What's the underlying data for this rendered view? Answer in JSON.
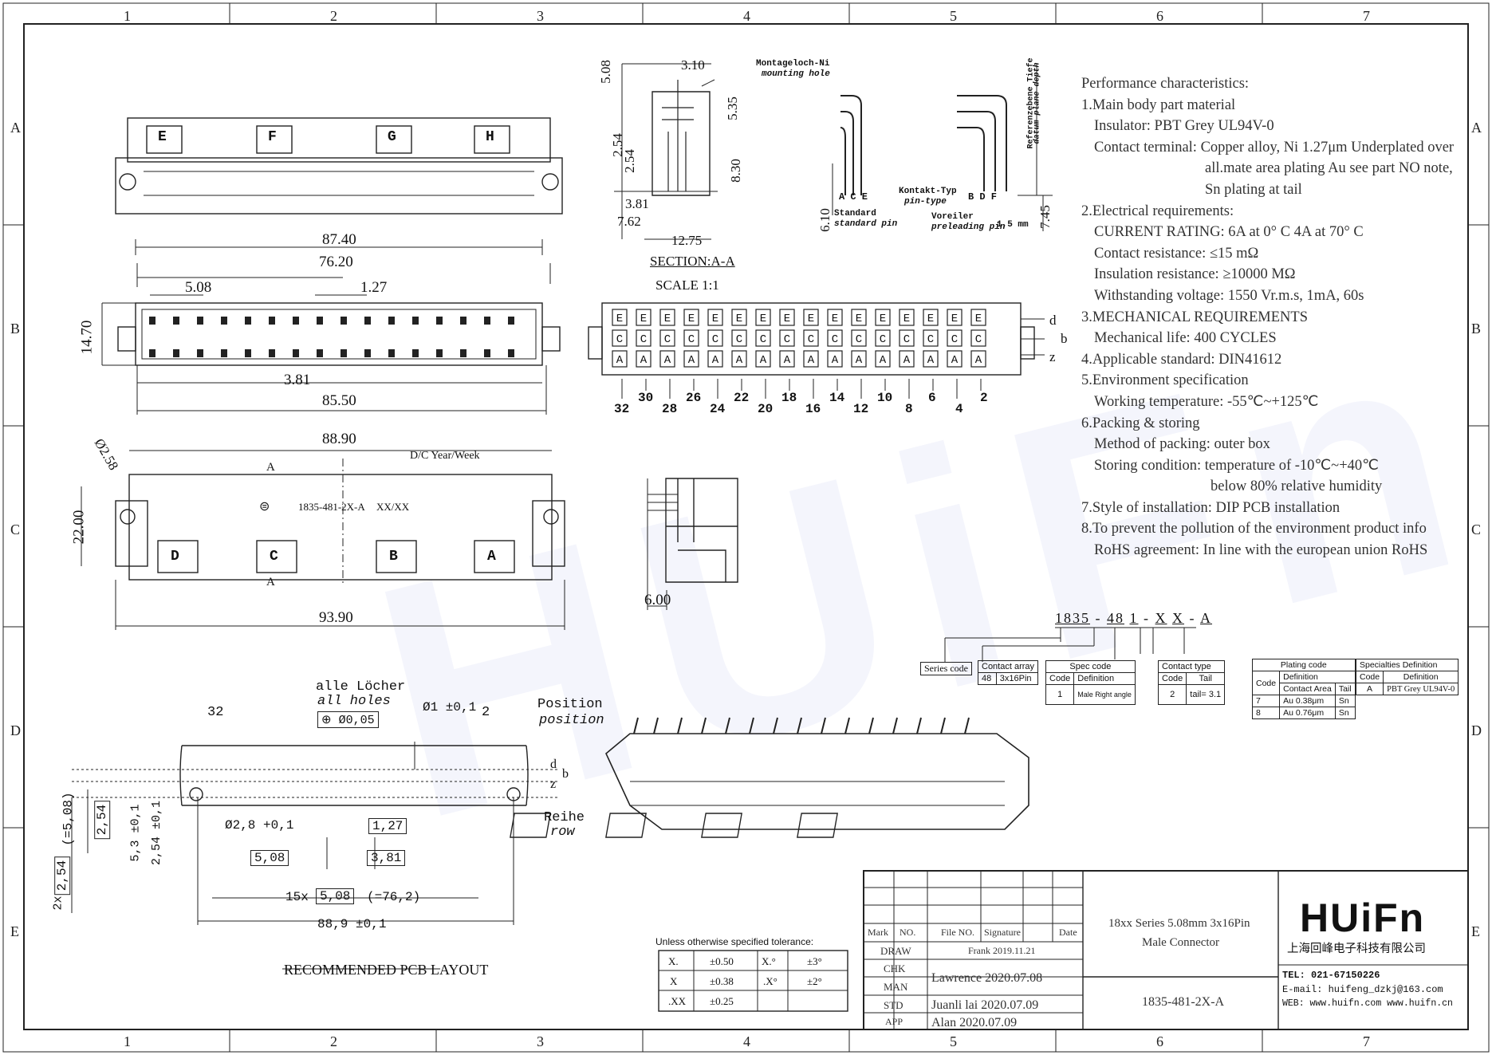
{
  "grid": {
    "columns": [
      "1",
      "2",
      "3",
      "4",
      "5",
      "6",
      "7"
    ],
    "rows": [
      "A",
      "B",
      "C",
      "D",
      "E"
    ]
  },
  "top_view": {
    "key_labels": [
      "E",
      "F",
      "G",
      "H"
    ],
    "dim_overall": "87.40",
    "dim_span": "76.20",
    "dim_pitch": "5.08",
    "dim_half_pitch": "1.27",
    "dim_height": "14.70",
    "dim_row_offset": "3.81",
    "dim_bottom": "85.50"
  },
  "section": {
    "dims": [
      "5.08",
      "3.10",
      "5.35",
      "2.54",
      "2.54",
      "8.30",
      "3.81",
      "7.62",
      "12.75"
    ],
    "title": "SECTION:A-A",
    "scale": "SCALE 1:1",
    "mounting_hole_de": "Montageloch-Ni",
    "mounting_hole_en": "mounting hole"
  },
  "pin_types": {
    "dim_610": "6.10",
    "dim_745": "7.45",
    "dim_15": "1,5 mm",
    "left_letters": "A  C  E",
    "right_letters": "B  D  F",
    "kontakt_de": "Kontakt-Typ",
    "kontakt_en": "pin-type",
    "standard_de": "Standard",
    "standard_en": "standard pin",
    "voreiler_de": "Voreiler",
    "voreiler_en": "preleading pin",
    "ref_de": "Referenzebene Tiefe",
    "ref_en": "datum plane depth"
  },
  "pinout": {
    "row_e": "E",
    "row_c": "C",
    "row_a": "A",
    "side_d": "d",
    "side_b": "b",
    "side_z": "z",
    "bottom_even": [
      "30",
      "26",
      "22",
      "18",
      "14",
      "10",
      "6",
      "2"
    ],
    "bottom_odd": [
      "32",
      "28",
      "24",
      "20",
      "16",
      "12",
      "8",
      "4"
    ]
  },
  "front_view": {
    "dim_hole": "Ø2.58",
    "dim_88": "88.90",
    "dim_22": "22.00",
    "dim_93": "93.90",
    "dc_label": "D/C Year/Week",
    "part_mark": "1835-481-2X-A",
    "date_mark": "XX/XX",
    "section_mark": "A",
    "key_labels": [
      "D",
      "C",
      "B",
      "A"
    ]
  },
  "side_view": {
    "dim": "6.00"
  },
  "performance": {
    "title": "Performance characteristics:",
    "lines": [
      {
        "t": "1.Main body part material",
        "c": ""
      },
      {
        "t": "Insulator: PBT Grey UL94V-0",
        "c": "ind1"
      },
      {
        "t": "Contact terminal: Copper alloy, Ni 1.27μm Underplated over",
        "c": "ind1"
      },
      {
        "t": "all.mate area plating Au see part NO note,",
        "c": "ind2"
      },
      {
        "t": "Sn plating at tail",
        "c": "ind2"
      },
      {
        "t": "2.Electrical requirements:",
        "c": ""
      },
      {
        "t": "CURRENT RATING: 6A at 0° C  4A at 70° C",
        "c": "ind1"
      },
      {
        "t": "Contact resistance: ≤15 mΩ",
        "c": "ind1"
      },
      {
        "t": "Insulation resistance: ≥10000 MΩ",
        "c": "ind1"
      },
      {
        "t": "Withstanding voltage: 1550 Vr.m.s, 1mA, 60s",
        "c": "ind1"
      },
      {
        "t": "3.MECHANICAL REQUIREMENTS",
        "c": ""
      },
      {
        "t": "Mechanical life: 400 CYCLES",
        "c": "ind1"
      },
      {
        "t": "4.Applicable standard: DIN41612",
        "c": ""
      },
      {
        "t": "5.Environment specification",
        "c": ""
      },
      {
        "t": "Working temperature: -55℃~+125℃",
        "c": "ind1"
      },
      {
        "t": "6.Packing & storing",
        "c": ""
      },
      {
        "t": "Method of packing: outer box",
        "c": "ind1"
      },
      {
        "t": "Storing condition: temperature of -10℃~+40℃",
        "c": "ind1"
      },
      {
        "t": "below 80% relative humidity",
        "c": "ind3"
      },
      {
        "t": "7.Style of installation: DIP PCB installation",
        "c": ""
      },
      {
        "t": "8.To prevent the pollution of the environment product info",
        "c": ""
      },
      {
        "t": "RoHS agreement: In line with the european union RoHS",
        "c": "ind1"
      }
    ]
  },
  "part_number": {
    "segments": [
      "1835",
      "-",
      "48",
      "1",
      "-",
      "X",
      "X",
      "-",
      "A"
    ],
    "series_code": "Series code",
    "contact_array": "Contact array",
    "contact_array_code": "48",
    "contact_array_def": "3x16Pin",
    "spec_code": "Spec code",
    "spec_code_h1": "Code",
    "spec_code_h2": "Definition",
    "spec_code_v1": "1",
    "spec_code_v2": "Male Right angle",
    "contact_type": "Contact type",
    "contact_type_h1": "Code",
    "contact_type_h2": "Tail",
    "contact_type_v1": "2",
    "contact_type_v2": "tail= 3.1",
    "plating_code": "Plating code",
    "plating_h_code": "Code",
    "plating_h_def": "Definition",
    "plating_h_area": "Contact Area",
    "plating_h_tail": "Tail",
    "plating_r1": [
      "7",
      "Au 0.38μm",
      "Sn"
    ],
    "plating_r2": [
      "8",
      "Au 0.76μm",
      "Sn"
    ],
    "specialties": "Specialties Definition",
    "spec_h1": "Code",
    "spec_h2": "Definition",
    "spec_v1": "A",
    "spec_v2": "PBT Grey UL94V-0"
  },
  "pcb_layout": {
    "alle_de": "alle Löcher",
    "alle_en": "all holes",
    "tol_box": "Ø0,05",
    "hole_dia": "Ø1 ±0,1",
    "pin_32": "32",
    "pin_2": "2",
    "position_de": "Position",
    "position_en": "position",
    "reihe_de": "Reihe",
    "reihe_en": "row",
    "row_d": "d",
    "row_b": "b",
    "row_z": "z",
    "d254": "2,54",
    "d508v": "(=5,08)",
    "d53": "5,3 ±0,1",
    "d254b": "2,54 ±0,1",
    "d2x": "2x",
    "d254c": "2,54",
    "d28": "Ø2,8 +0,1",
    "d127": "1,27",
    "d508": "5,08",
    "d381": "3,81",
    "d15x": "15x",
    "d508b": "5,08",
    "d762": "(=76,2)",
    "d889": "88,9 ±0,1",
    "title": "RECOMMENDED PCB LAYOUT"
  },
  "tolerance": {
    "title": "Unless otherwise specified tolerance:",
    "rows": [
      [
        "X.",
        "±0.50",
        "X.°",
        "±3°"
      ],
      [
        "X",
        "±0.38",
        ".X°",
        "±2°"
      ],
      [
        ".XX",
        "±0.25",
        "",
        ""
      ]
    ]
  },
  "title_block": {
    "h_mark": "Mark",
    "h_no": "NO.",
    "h_file": "File NO.",
    "h_sig": "Signature",
    "h_date": "Date",
    "draw": "DRAW",
    "draw_v": "Frank  2019.11.21",
    "chk": "CHK",
    "chk_v": "Lawrence  2020.07.08",
    "man": "MAN",
    "std": "STD",
    "std_v": "Juanli lai  2020.07.09",
    "app": "APP",
    "app_v": "Alan  2020.07.09",
    "desc1": "18xx Series 5.08mm 3x16Pin",
    "desc2": "Male Connector",
    "part_no": "1835-481-2X-A",
    "logo": "HUiFn",
    "company": "上海回峰电子科技有限公司",
    "tel": "TEL: 021-67150226",
    "email": "E-mail: huifeng_dzkj@163.com",
    "web": "WEB: www.huifn.com   www.huifn.cn"
  },
  "watermark": "HUiFn"
}
